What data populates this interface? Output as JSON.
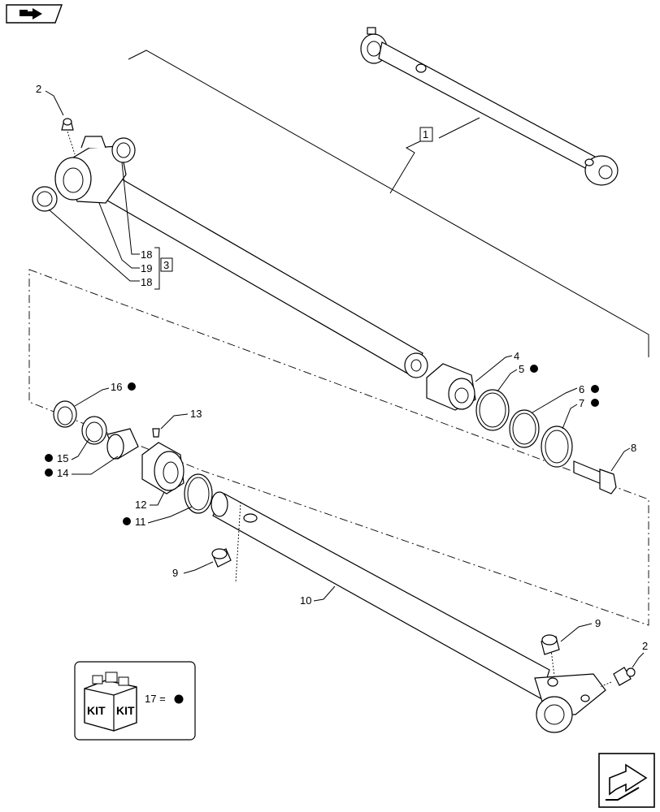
{
  "callouts": {
    "c1": "1",
    "c2a": "2",
    "c2b": "2",
    "c3": "3",
    "c4": "4",
    "c5": "5",
    "c6": "6",
    "c7": "7",
    "c8": "8",
    "c9a": "9",
    "c9b": "9",
    "c10": "10",
    "c11": "11",
    "c12": "12",
    "c13": "13",
    "c14": "14",
    "c15": "15",
    "c16": "16",
    "c18a": "18",
    "c19": "19",
    "c18b": "18"
  },
  "kit_legend": {
    "box_text_left": "KIT",
    "box_text_right": "KIT",
    "legend_text": "17 ="
  },
  "icons": {
    "top_left": "page-back-arrow-icon",
    "bottom_right": "next-page-arrow-icon",
    "kit": "kit-box-icon",
    "bullet": "filled-circle-bullet-icon"
  },
  "colors": {
    "line": "#000000",
    "background": "#ffffff"
  }
}
